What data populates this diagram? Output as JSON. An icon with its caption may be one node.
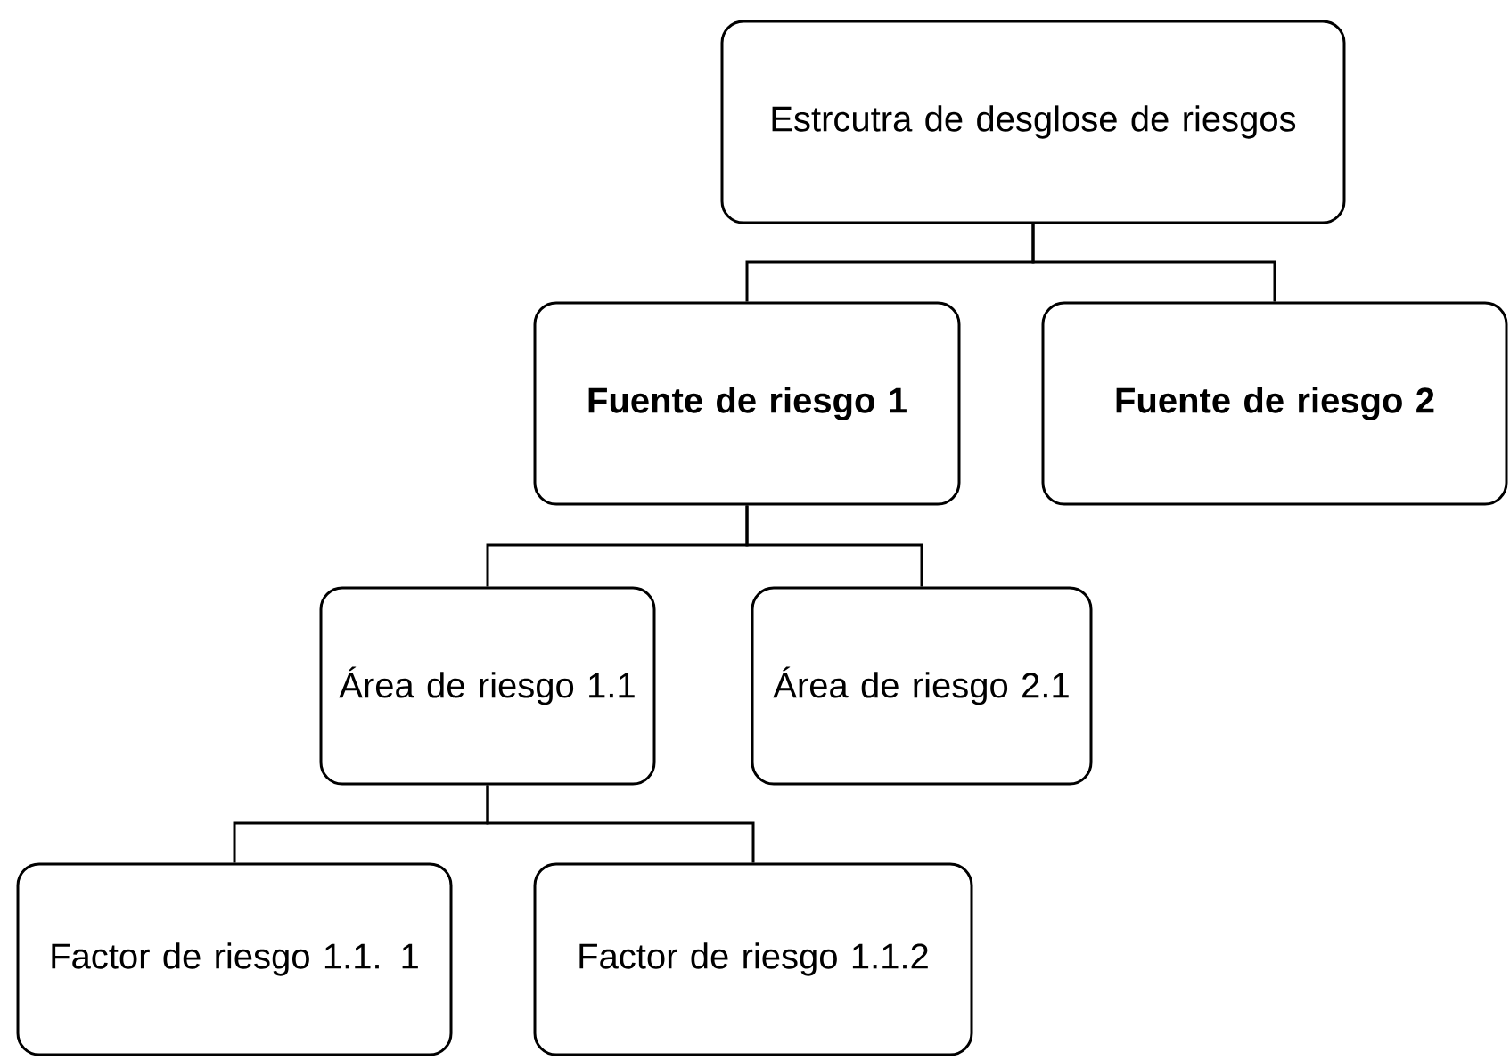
{
  "diagram": {
    "nodes": [
      {
        "text": [
          "Estrcutra de desglose de riesgos"
        ]
      },
      {
        "text": [
          "Fuente de riesgo 1"
        ]
      },
      {
        "text": [
          "Fuente de riesgo 2"
        ]
      },
      {
        "text": [
          "Área de riesgo 1.1"
        ]
      },
      {
        "text": [
          "Área de riesgo 2.1"
        ]
      },
      {
        "text": [
          "Factor de riesgo 1.1. 1"
        ]
      },
      {
        "text": [
          "Factor de riesgo 1.1.2"
        ]
      }
    ],
    "edges": [
      {
        "from": 0,
        "to": 1,
        "arrow": "none"
      },
      {
        "from": 0,
        "to": 2,
        "arrow": "none"
      },
      {
        "from": 1,
        "to": 3,
        "arrow": "none"
      },
      {
        "from": 1,
        "to": 4,
        "arrow": "none"
      },
      {
        "from": 3,
        "to": 5,
        "arrow": "none"
      },
      {
        "from": 3,
        "to": 6,
        "arrow": "none"
      }
    ]
  }
}
